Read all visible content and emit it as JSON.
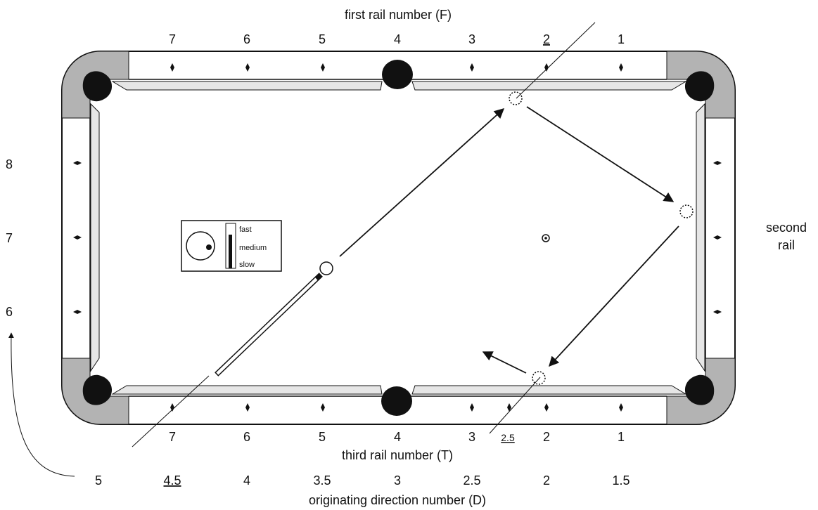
{
  "labels": {
    "first_rail_title": "first rail number (F)",
    "third_rail_title": "third rail number (T)",
    "origin_title": "originating direction number (D)",
    "second_rail_line1": "second",
    "second_rail_line2": "rail"
  },
  "first_rail_numbers": [
    {
      "text": "7",
      "underline": false
    },
    {
      "text": "6",
      "underline": false
    },
    {
      "text": "5",
      "underline": false
    },
    {
      "text": "4",
      "underline": false
    },
    {
      "text": "3",
      "underline": false
    },
    {
      "text": "2",
      "underline": true
    },
    {
      "text": "1",
      "underline": false
    }
  ],
  "third_rail_numbers": [
    {
      "text": "7",
      "underline": false
    },
    {
      "text": "6",
      "underline": false
    },
    {
      "text": "5",
      "underline": false
    },
    {
      "text": "4",
      "underline": false
    },
    {
      "text": "3",
      "underline": false
    },
    {
      "text": "2.5",
      "underline": true
    },
    {
      "text": "2",
      "underline": false
    },
    {
      "text": "1",
      "underline": false
    }
  ],
  "origin_numbers": [
    {
      "text": "5",
      "underline": false
    },
    {
      "text": "4.5",
      "underline": true
    },
    {
      "text": "4",
      "underline": false
    },
    {
      "text": "3.5",
      "underline": false
    },
    {
      "text": "3",
      "underline": false
    },
    {
      "text": "2.5",
      "underline": false
    },
    {
      "text": "2",
      "underline": false
    },
    {
      "text": "1.5",
      "underline": false
    }
  ],
  "left_rail_numbers": [
    "8",
    "7",
    "6"
  ],
  "speed_legend": {
    "fast": "fast",
    "medium": "medium",
    "slow": "slow",
    "speed_level": "medium"
  },
  "colors": {
    "line": "#111111",
    "felt": "#ffffff",
    "corner_fill": "#b3b3b3",
    "cushion": "#e6e6e6",
    "pocket": "#111111"
  }
}
